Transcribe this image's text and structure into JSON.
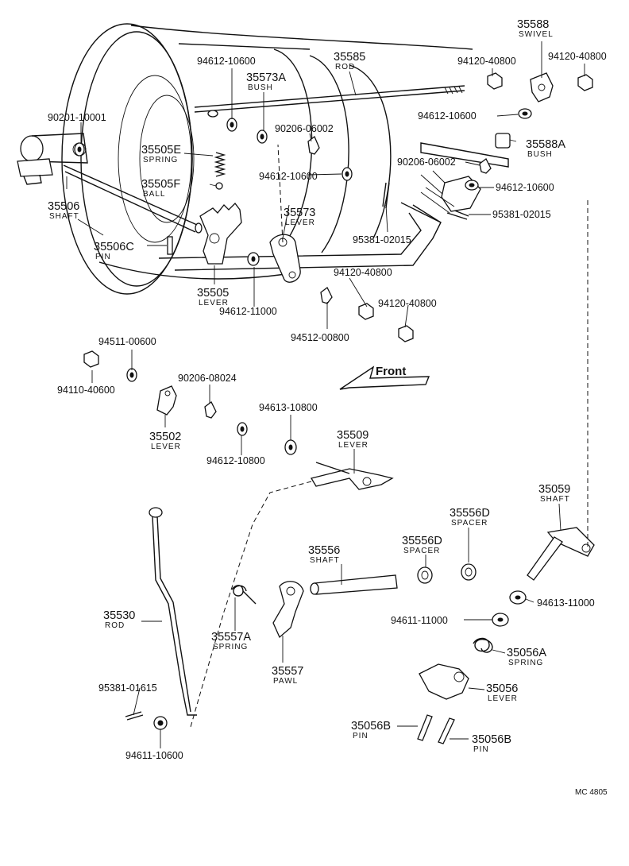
{
  "diagram": {
    "front_label": "Front",
    "code": "MC 4805",
    "callouts": [
      {
        "id": "c35588",
        "number": "35588",
        "name": "SWIVEL"
      },
      {
        "id": "c94612-10600-a",
        "number": "94612-10600",
        "name": ""
      },
      {
        "id": "c35585",
        "number": "35585",
        "name": "ROD"
      },
      {
        "id": "c94120-40800-a",
        "number": "94120-40800",
        "name": ""
      },
      {
        "id": "c94120-40800-b",
        "number": "94120-40800",
        "name": ""
      },
      {
        "id": "c35573a",
        "number": "35573A",
        "name": "BUSH"
      },
      {
        "id": "c90201-10001",
        "number": "90201-10001",
        "name": ""
      },
      {
        "id": "c94612-10600-b",
        "number": "94612-10600",
        "name": ""
      },
      {
        "id": "c90206-06002-a",
        "number": "90206-06002",
        "name": ""
      },
      {
        "id": "c35588a",
        "number": "35588A",
        "name": "BUSH"
      },
      {
        "id": "c35505e",
        "number": "35505E",
        "name": "SPRING"
      },
      {
        "id": "c90206-06002-b",
        "number": "90206-06002",
        "name": ""
      },
      {
        "id": "c35505f",
        "number": "35505F",
        "name": "BALL"
      },
      {
        "id": "c94612-10600-c",
        "number": "94612-10600",
        "name": ""
      },
      {
        "id": "c94612-10600-d",
        "number": "94612-10600",
        "name": ""
      },
      {
        "id": "c35506",
        "number": "35506",
        "name": "SHAFT"
      },
      {
        "id": "c35573",
        "number": "35573",
        "name": "LEVER"
      },
      {
        "id": "c95381-02015-a",
        "number": "95381-02015",
        "name": ""
      },
      {
        "id": "c95381-02015-b",
        "number": "95381-02015",
        "name": ""
      },
      {
        "id": "c35506c",
        "number": "35506C",
        "name": "PIN"
      },
      {
        "id": "c94120-40800-c",
        "number": "94120-40800",
        "name": ""
      },
      {
        "id": "c35505",
        "number": "35505",
        "name": "LEVER"
      },
      {
        "id": "c94612-11000",
        "number": "94612-11000",
        "name": ""
      },
      {
        "id": "c94120-40800-d",
        "number": "94120-40800",
        "name": ""
      },
      {
        "id": "c94512-00800",
        "number": "94512-00800",
        "name": ""
      },
      {
        "id": "c94511-00600",
        "number": "94511-00600",
        "name": ""
      },
      {
        "id": "c94110-40600",
        "number": "94110-40600",
        "name": ""
      },
      {
        "id": "c90206-08024",
        "number": "90206-08024",
        "name": ""
      },
      {
        "id": "c35502",
        "number": "35502",
        "name": "LEVER"
      },
      {
        "id": "c94613-10800",
        "number": "94613-10800",
        "name": ""
      },
      {
        "id": "c94612-10800",
        "number": "94612-10800",
        "name": ""
      },
      {
        "id": "c35509",
        "number": "35509",
        "name": "LEVER"
      },
      {
        "id": "c35059",
        "number": "35059",
        "name": "SHAFT"
      },
      {
        "id": "c35556d-a",
        "number": "35556D",
        "name": "SPACER"
      },
      {
        "id": "c35556d-b",
        "number": "35556D",
        "name": "SPACER"
      },
      {
        "id": "c35556",
        "number": "35556",
        "name": "SHAFT"
      },
      {
        "id": "c94613-11000",
        "number": "94613-11000",
        "name": ""
      },
      {
        "id": "c35530",
        "number": "35530",
        "name": "ROD"
      },
      {
        "id": "c94611-11000",
        "number": "94611-11000",
        "name": ""
      },
      {
        "id": "c35557a",
        "number": "35557A",
        "name": "SPRING"
      },
      {
        "id": "c35056a",
        "number": "35056A",
        "name": "SPRING"
      },
      {
        "id": "c35557",
        "number": "35557",
        "name": "PAWL"
      },
      {
        "id": "c35056",
        "number": "35056",
        "name": "LEVER"
      },
      {
        "id": "c95381-01615",
        "number": "95381-01615",
        "name": ""
      },
      {
        "id": "c35056b-a",
        "number": "35056B",
        "name": "PIN"
      },
      {
        "id": "c35056b-b",
        "number": "35056B",
        "name": "PIN"
      },
      {
        "id": "c94611-10600",
        "number": "94611-10600",
        "name": ""
      }
    ]
  }
}
